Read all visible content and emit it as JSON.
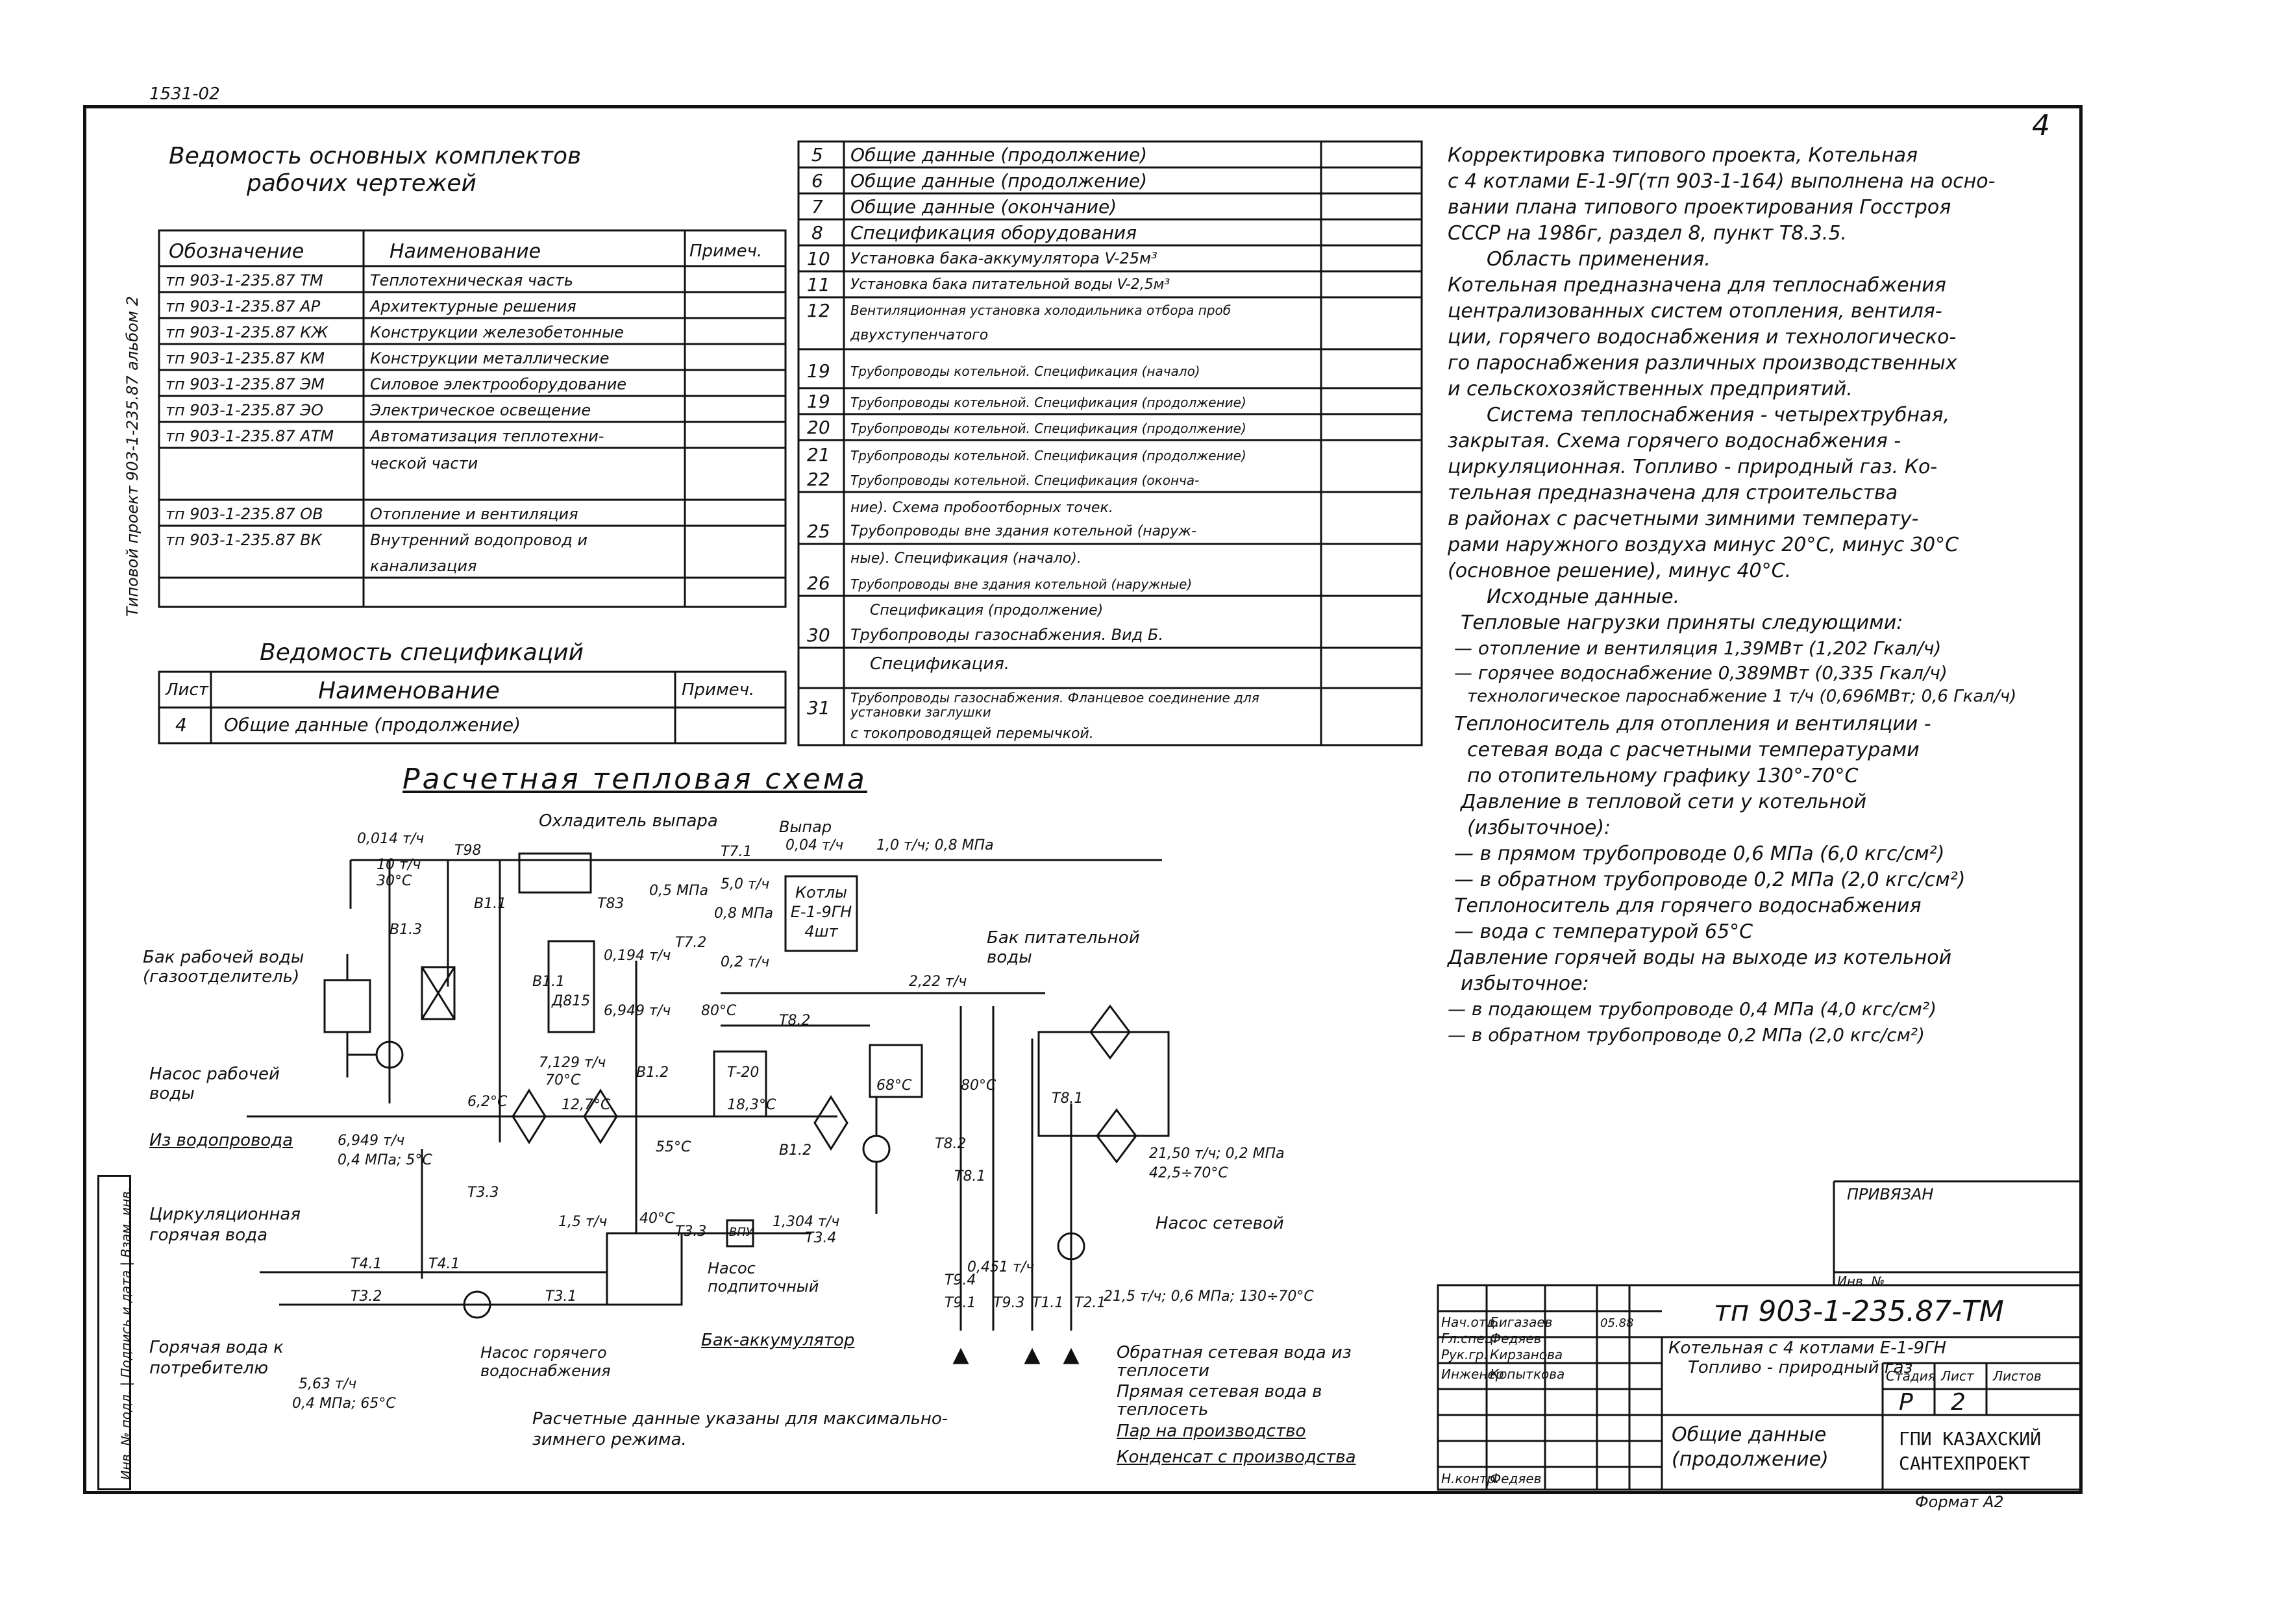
{
  "top_codes": {
    "left": "1531-02",
    "sheet_number": "4"
  },
  "left_strip": {
    "margin_label": "Типовой проект 903-1-235.87 альбом 2",
    "stamp_label": "Инв. № подл. | Подпись и дата | Взам. инв."
  },
  "docs_table": {
    "title_line1": "Ведомость основных комплектов",
    "title_line2": "рабочих чертежей",
    "headers": [
      "Обозначение",
      "Наименование",
      "Примеч."
    ],
    "rows": [
      [
        "тп 903-1-235.87 ТМ",
        "Теплотехническая часть",
        ""
      ],
      [
        "тп 903-1-235.87 АР",
        "Архитектурные решения",
        ""
      ],
      [
        "тп 903-1-235.87 КЖ",
        "Конструкции железобетонные",
        ""
      ],
      [
        "тп 903-1-235.87 КМ",
        "Конструкции металлические",
        ""
      ],
      [
        "тп 903-1-235.87 ЭМ",
        "Силовое электрооборудование",
        ""
      ],
      [
        "тп 903-1-235.87 ЭО",
        "Электрическое освещение",
        ""
      ],
      [
        "тп 903-1-235.87 АТМ",
        "Автоматизация теплотехни-",
        ""
      ],
      [
        "",
        "ческой части",
        ""
      ],
      [
        "тп 903-1-235.87 ОВ",
        "Отопление и вентиляция",
        ""
      ],
      [
        "тп 903-1-235.87 ВК",
        "Внутренний водопровод и",
        ""
      ],
      [
        "",
        "канализация",
        ""
      ]
    ]
  },
  "spec_table": {
    "title": "Ведомость спецификаций",
    "headers": [
      "Лист",
      "Наименование",
      "Примеч."
    ],
    "rows": [
      [
        "4",
        "Общие данные (продолжение)",
        ""
      ]
    ]
  },
  "sheets_table": {
    "rows": [
      [
        "5",
        "Общие данные (продолжение)"
      ],
      [
        "6",
        "Общие данные (продолжение)"
      ],
      [
        "7",
        "Общие данные (окончание)"
      ],
      [
        "8",
        "Спецификация оборудования"
      ],
      [
        "10",
        "Установка бака-аккумулятора V-25м³"
      ],
      [
        "11",
        "Установка бака питательной воды V-2,5м³"
      ],
      [
        "12",
        "Вентиляционная установка холодильника отбора проб"
      ],
      [
        "",
        "двухступенчатого"
      ],
      [
        "19",
        "Трубопроводы котельной. Спецификация (начало)"
      ],
      [
        "19",
        "Трубопроводы котельной. Спецификация (продолжение)"
      ],
      [
        "20",
        "Трубопроводы котельной. Спецификация (продолжение)"
      ],
      [
        "21",
        "Трубопроводы котельной. Спецификация (продолжение)"
      ],
      [
        "22",
        "Трубопроводы котельной. Спецификация (оконча-"
      ],
      [
        "",
        "ние). Схема пробоотборных точек."
      ],
      [
        "25",
        "Трубопроводы вне здания котельной (наруж-"
      ],
      [
        "",
        "ные). Спецификация (начало)."
      ],
      [
        "26",
        "Трубопроводы вне здания котельной (наружные)"
      ],
      [
        "",
        "Спецификация (продолжение)"
      ],
      [
        "30",
        "Трубопроводы газоснабжения. Вид Б."
      ],
      [
        "",
        "Спецификация."
      ],
      [
        "31",
        "Трубопроводы газоснабжения. Фланцевое соединение для установки заглушки"
      ],
      [
        "",
        "с токопроводящей перемычкой."
      ]
    ]
  },
  "notes": [
    "Корректировка типового проекта, Котельная",
    "с 4 котлами Е-1-9Г(тп 903-1-164) выполнена на осно-",
    "вании плана типового проектирования Госстроя",
    "СССР на 1986г, раздел 8, пункт Т8.3.5.",
    "Область применения.",
    "Котельная предназначена для теплоснабжения",
    "централизованных систем отопления, вентиля-",
    "ции, горячего водоснабжения и технологическо-",
    "го пароснабжения различных производственных",
    "и сельскохозяйственных предприятий.",
    "Система теплоснабжения - четырехтрубная,",
    "закрытая. Схема горячего водоснабжения -",
    "циркуляционная. Топливо - природный газ. Ко-",
    "тельная предназначена для строительства",
    "в районах с расчетными зимними температу-",
    "рами наружного воздуха минус 20°С, минус 30°С",
    "(основное решение), минус 40°С.",
    "Исходные данные.",
    "Тепловые нагрузки приняты следующими:",
    "— отопление и вентиляция          1,39МВт (1,202 Гкал/ч)",
    "— горячее водоснабжение            0,389МВт (0,335 Гкал/ч)",
    "технологическое пароснабжение    1 т/ч (0,696МВт; 0,6 Гкал/ч)",
    "Теплоноситель для отопления и вентиляции -",
    "сетевая вода с расчетными температурами",
    "по отопительному графику    130°-70°С",
    "Давление в тепловой сети у котельной",
    "(избыточное):",
    "— в прямом трубопроводе      0,6 МПа (6,0 кгс/см²)",
    "— в обратном трубопроводе  0,2 МПа (2,0 кгс/см²)",
    "Теплоноситель для горячего водоснабжения",
    "— вода с температурой 65°С",
    "Давление горячей воды на выходе из котельной",
    "избыточное:",
    "— в подающем трубопроводе      0,4 МПа (4,0 кгс/см²)",
    "— в обратном трубопроводе     0,2 МПа (2,0 кгс/см²)"
  ],
  "scheme": {
    "title": "Расчетная тепловая схема",
    "labels": {
      "deaerator": "Охладитель выпара",
      "otpar": "Выпар",
      "boiler_feed_tank": "Бак рабочей воды (газоотделитель)",
      "pump_work": "Насос рабочей воды",
      "from_water": "Из водопровода",
      "circulation": "Циркуляционная горячая вода",
      "hot_water": "Горячая вода к потребителю",
      "pump_hot": "Насос горячего водоснабжения",
      "accumulator": "Бак-аккумулятор",
      "feed_pump": "Насос подпиточный",
      "boilers": "Котлы Е-1-9ГН 4шт",
      "feed_tank": "Бак питательной воды",
      "network_pump": "Насос сетевой",
      "return_net": "Обратная сетевая вода из теплосети",
      "direct_net": "Прямая сетевая вода в теплосеть",
      "steam_prod": "Пар на производство",
      "condensate": "Конденсат с производства",
      "note": "Расчетные данные указаны для максимально-зимнего режима."
    },
    "values": {
      "v1": "0,014 т/ч",
      "v2": "10 т/ч",
      "v3": "30°С",
      "v4": "Т98",
      "v5": "В1.3",
      "v6": "В1.1",
      "v7": "Т83",
      "v8": "0,5 МПа",
      "v9": "Т7.1",
      "v10": "0,04 т/ч",
      "v11": "1,0 т/ч; 0,8 МПа",
      "v12": "5,0 т/ч",
      "v13": "0,8 МПа",
      "v14": "0,2 т/ч",
      "v15": "Т7.2",
      "v16": "2,22 т/ч",
      "v17": "В1.1",
      "v18": "0,194 т/ч",
      "v19": "6,949 т/ч",
      "v20": "80°С",
      "v21": "Т8.2",
      "v22": "7,129 т/ч",
      "v23": "70°С",
      "v24": "12,7°С",
      "v25": "6,2°С",
      "v26": "Т-20",
      "v27": "18,3°С",
      "v28": "В1.2",
      "v29": "55°С",
      "v30": "В1.2",
      "v31": "68°С",
      "v32": "80°С",
      "v33": "Т8.1",
      "v34": "6,949 т/ч",
      "v35": "0,4 МПа; 5°С",
      "v36": "Т3.3",
      "v37": "1,5 т/ч",
      "v38": "40°С",
      "v39": "Т3.3",
      "v40": "1,304 т/ч",
      "v41": "Т3.4",
      "v42": "ВПУ",
      "v43": "21,50 т/ч; 0,2 МПа",
      "v44": "42,5÷70°С",
      "v45": "Т4.1",
      "v46": "Т4.1",
      "v47": "Т3.2",
      "v48": "Т3.1",
      "v49": "5,63 т/ч",
      "v50": "0,4 МПа; 65°С",
      "v51": "21,5 т/ч; 0,6 МПа; 130÷70°С",
      "v52": "Т9.4",
      "v53": "Т9.1",
      "v54": "Т9.3",
      "v55": "Т1.1",
      "v56": "Т2.1",
      "v57": "0,451 т/ч",
      "v58": "Д815",
      "v59": "Т8.1",
      "v60": "Т8.2"
    }
  },
  "title_block": {
    "privyazan": "ПРИВЯЗАН",
    "inv": "Инв. №",
    "code": "тп 903-1-235.87-ТМ",
    "project_title": "Котельная с 4 котлами Е-1-9ГН",
    "project_title2": "Топливо - природный газ",
    "sheet_title": "Общие данные (продолжение)",
    "stage_header": "Стадия",
    "sheet_header": "Лист",
    "sheets_header": "Листов",
    "stage": "Р",
    "sheet": "2",
    "sheets": "",
    "org1": "ГПИ КАЗАХСКИЙ",
    "org2": "САНТЕХПРОЕКТ",
    "format": "Формат А2",
    "people": [
      [
        "Нач.отд.",
        "Бигазаев"
      ],
      [
        "Гл.спец.",
        "Федяев"
      ],
      [
        "Рук.гр.",
        "Кирзанова"
      ],
      [
        "Инженер",
        "Копыткова"
      ],
      [
        "",
        ""
      ],
      [
        "Н.контр.",
        "Федяев"
      ]
    ],
    "date": "05.88"
  }
}
